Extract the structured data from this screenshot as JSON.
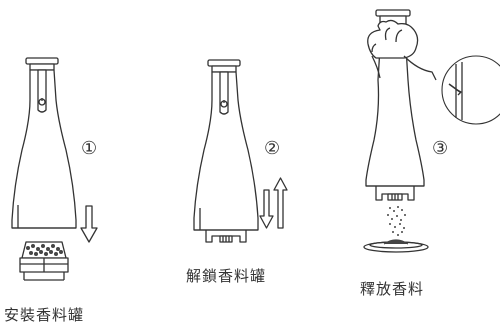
{
  "steps": [
    {
      "number": "①",
      "caption": "安裝香料罐"
    },
    {
      "number": "②",
      "caption": "解鎖香料罐"
    },
    {
      "number": "③",
      "caption": "釋放香料"
    }
  ],
  "colors": {
    "line": "#333333",
    "fill": "#ffffff",
    "dark": "#2a2a2a"
  }
}
